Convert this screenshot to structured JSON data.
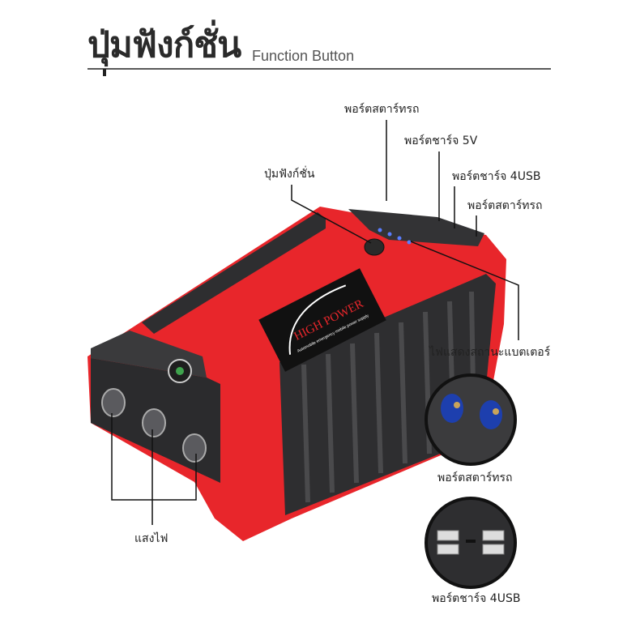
{
  "header": {
    "title": "ปุ่มฟังก์ชั่น",
    "subtitle": "Function Button"
  },
  "callouts": {
    "top_start_port": "พอร์ตสตาร์ทรถ",
    "charge_5v": "พอร์ตชาร์จ 5V",
    "charge_4usb": "พอร์ตชาร์จ 4USB",
    "side_start_port": "พอร์ตสตาร์ทรถ",
    "function_button": "ปุ่มฟังก์ชั่น",
    "battery_indicator": "ไฟแสดงสถานะแบตเตอร์",
    "lights": "แสงไฟ"
  },
  "insets": [
    {
      "label": "พอร์ตสตาร์ทรถ"
    },
    {
      "label": "พอร์ตชาร์จ 4USB"
    }
  ],
  "device": {
    "logo_text": "HIGH POWER",
    "logo_subtext": "Automobile emergency mobile power supply",
    "colors": {
      "body": "#e8262b",
      "grip": "#2e2e30",
      "led": "#5a7dff",
      "port": "#1d3fae"
    }
  }
}
